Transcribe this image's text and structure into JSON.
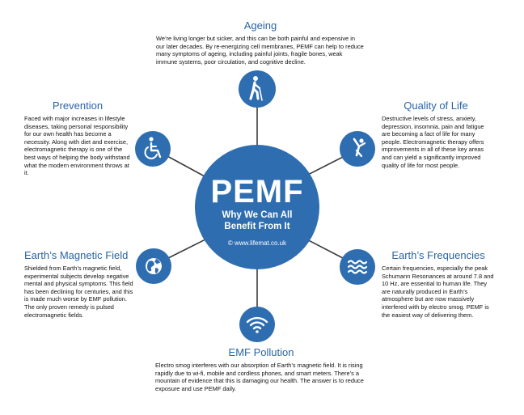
{
  "center": {
    "title": "PEMF",
    "subtitle_line1": "Why We Can All",
    "subtitle_line2": "Benefit From It",
    "url": "© www.lifemat.co.uk"
  },
  "sections": {
    "ageing": {
      "title": "Ageing",
      "body": "We’re living longer but sicker, and this can be both painful and expensive in our later decades. By re-energizing cell membranes, PEMF can help to reduce many symptoms of ageing, including painful joints, fragile bones, weak immune systems, poor circulation, and cognitive decline.",
      "icon": "elderly-person-icon"
    },
    "prevention": {
      "title": "Prevention",
      "body": "Faced with major increases in lifestyle diseases, taking personal responsibility for our own health has become a necessity. Along with diet and exercise, electromagnetic therapy is one of the best ways of helping the body withstand what the modern environment throws at it.",
      "icon": "wheelchair-icon"
    },
    "quality_of_life": {
      "title": "Quality of Life",
      "body": "Destructive levels of stress, anxiety, depression, insomnia, pain and fatigue are becoming a fact of life for many people. Electromagnetic therapy offers improvements in all of these key areas and can yield a significantly improved quality of life for most people.",
      "icon": "jumping-person-icon"
    },
    "earths_magnetic_field": {
      "title": "Earth’s Magnetic Field",
      "body": "Shielded from Earth’s magnetic field, experimental subjects develop negative mental and physical symptoms. This field has been declining for centuries, and this is made much worse by EMF pollution. The only proven remedy is pulsed electromagnetic fields.",
      "icon": "globe-icon"
    },
    "earths_frequencies": {
      "title": "Earth’s Frequencies",
      "body": "Certain frequencies, especially the peak Schumann Resonances at around 7.8 and 10 Hz, are essential to human life. They are naturally produced in Earth’s atmosphere but are now massively interfered with by electro smog. PEMF is the easiest way of delivering them.",
      "icon": "waves-icon"
    },
    "emf_pollution": {
      "title": "EMF Pollution",
      "body": "Electro smog interferes with our absorption of Earth’s magnetic field. It is rising rapidly due to wi-fi, mobile and cordless phones, and smart meters. There’s a mountain of evidence that this is damaging our health. The answer is to reduce exposure and use PEMF daily.",
      "icon": "wifi-icon"
    }
  },
  "colors": {
    "accent": "#2e6db0",
    "title_blue": "#2a64a6",
    "spoke": "#3a3a3a"
  }
}
